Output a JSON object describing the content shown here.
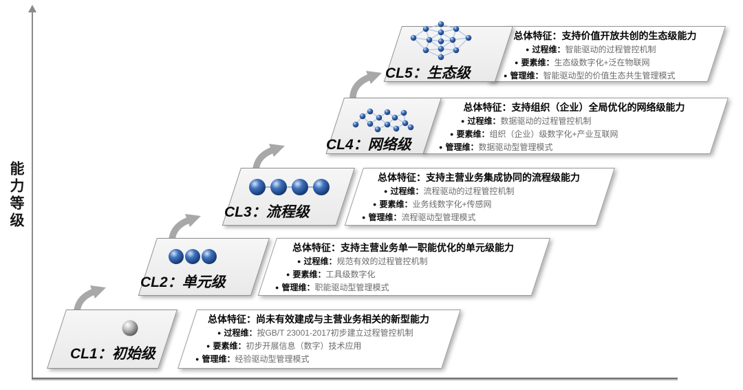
{
  "y_axis_label": "能力等级",
  "bullet_marker": "●",
  "colors": {
    "node_blue": "#2f5fae",
    "sphere_gray": "#8f8f8f",
    "arrow_gray": "#a8a8a8",
    "axis_gray": "#8a8a8a",
    "plate_fill": "#efefef",
    "panel_fill": "#ffffff"
  },
  "levels": [
    {
      "id": "CL1",
      "label": "CL1：初始级",
      "icon": "gray-sphere-icon",
      "feature": "总体特征：尚未有效建成与主营业务相关的新型能力",
      "bullets": [
        {
          "label": "过程维：",
          "text": "按GB/T 23001-2017初步建立过程管控机制"
        },
        {
          "label": "要素维：",
          "text": "初步开展信息（数字）技术应用"
        },
        {
          "label": "管理维：",
          "text": "经验驱动型管理模式"
        }
      ]
    },
    {
      "id": "CL2",
      "label": "CL2：单元级",
      "icon": "three-spheres-icon",
      "feature": "总体特征：支持主营业务单一职能优化的单元级能力",
      "bullets": [
        {
          "label": "过程维：",
          "text": "规范有效的过程管控机制"
        },
        {
          "label": "要素维：",
          "text": "工具级数字化"
        },
        {
          "label": "管理维：",
          "text": "职能驱动型管理模式"
        }
      ]
    },
    {
      "id": "CL3",
      "label": "CL3：流程级",
      "icon": "chained-spheres-icon",
      "feature": "总体特征：支持主营业务集成协同的流程级能力",
      "bullets": [
        {
          "label": "过程维：",
          "text": "流程驱动的过程管控机制"
        },
        {
          "label": "要素维：",
          "text": "业务线数字化+传感网"
        },
        {
          "label": "管理维：",
          "text": "流程驱动型管理模式"
        }
      ]
    },
    {
      "id": "CL4",
      "label": "CL4：网络级",
      "icon": "network-graph-icon",
      "feature": "总体特征：支持组织（企业）全局优化的网络级能力",
      "bullets": [
        {
          "label": "过程维：",
          "text": "数据驱动的过程管控机制"
        },
        {
          "label": "要素维：",
          "text": "组织（企业）级数字化+产业互联网"
        },
        {
          "label": "管理维：",
          "text": "数据驱动型管理模式"
        }
      ]
    },
    {
      "id": "CL5",
      "label": "CL5：生态级",
      "icon": "lattice-network-icon",
      "feature": "总体特征：支持价值开放共创的生态级能力",
      "bullets": [
        {
          "label": "过程维：",
          "text": "智能驱动的过程管控机制"
        },
        {
          "label": "要素维：",
          "text": "生态级数字化+泛在物联网"
        },
        {
          "label": "管理维：",
          "text": "智能驱动型的价值生态共生管理模式"
        }
      ]
    }
  ]
}
